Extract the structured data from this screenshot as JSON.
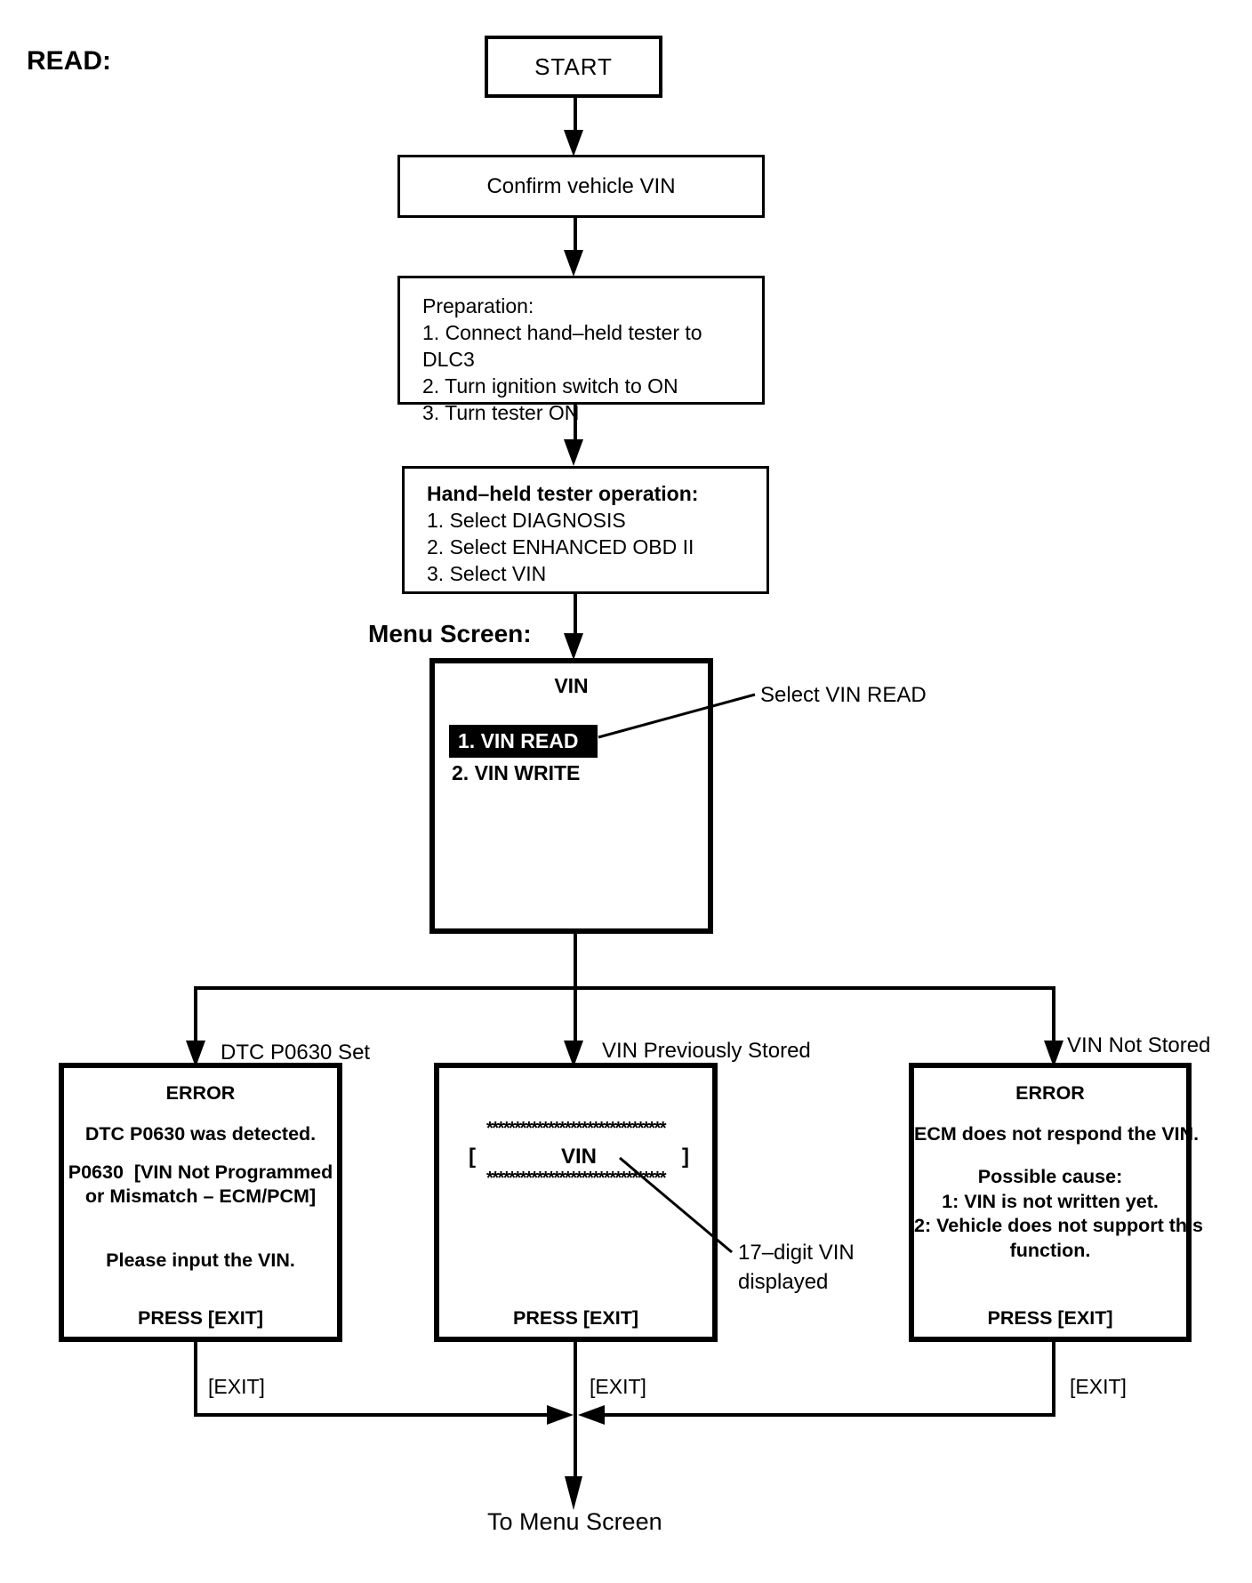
{
  "header": {
    "read_label": "READ:"
  },
  "flow": {
    "start_label": "START",
    "confirm_label": "Confirm vehicle VIN",
    "preparation": {
      "title": "Preparation:",
      "item1": "1. Connect hand–held tester to DLC3",
      "item2": "2. Turn ignition switch to ON",
      "item3": "3. Turn tester ON"
    },
    "tester_operation": {
      "title": "Hand–held tester operation:",
      "item1": "1. Select DIAGNOSIS",
      "item2": "2. Select ENHANCED OBD II",
      "item3": "3. Select VIN"
    }
  },
  "menu_screen": {
    "label": "Menu Screen:",
    "title": "VIN",
    "item_read": "1. VIN READ",
    "item_write": "2. VIN WRITE",
    "callout": "Select VIN READ"
  },
  "branches": {
    "dtc_set_label": "DTC P0630 Set",
    "vin_stored_label": "VIN Previously Stored",
    "vin_not_stored_label": "VIN Not Stored"
  },
  "dtc_screen": {
    "title": "ERROR",
    "line1": "DTC P0630 was detected.",
    "line2": "P0630  [VIN Not Programmed",
    "line3": "or Mismatch – ECM/PCM]",
    "line4": "Please input the VIN.",
    "footer": "PRESS [EXIT]",
    "exit_label": "[EXIT]"
  },
  "vin_screen": {
    "asterisk_row": "********************************",
    "bracket_open": "[",
    "vin_label": "VIN",
    "bracket_close": "]",
    "footer": "PRESS [EXIT]",
    "exit_label": "[EXIT]",
    "callout_line1": "17–digit VIN",
    "callout_line2": "displayed"
  },
  "ecm_screen": {
    "title": "ERROR",
    "line1": "ECM does not respond the VIN.",
    "line2": "Possible cause:",
    "line3": "1: VIN is not written yet.",
    "line4": "2: Vehicle does not support this",
    "line5": "function.",
    "footer": "PRESS [EXIT]",
    "exit_label": "[EXIT]"
  },
  "footer": {
    "to_menu_label": "To Menu Screen"
  },
  "colors": {
    "ink": "#000000",
    "background": "#ffffff",
    "highlight_bg": "#000000",
    "highlight_text": "#ffffff"
  }
}
